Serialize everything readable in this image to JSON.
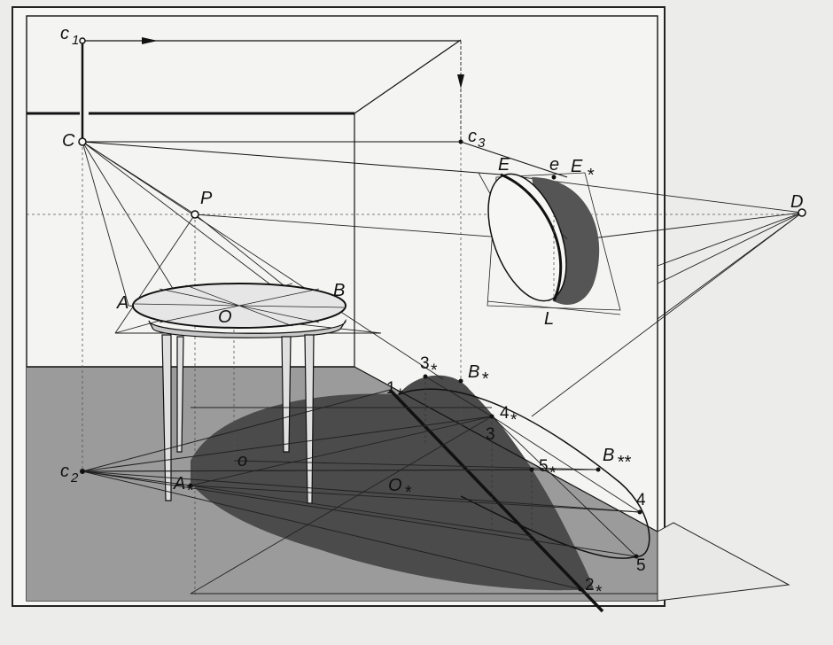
{
  "labels": {
    "c1": "c",
    "c1_sub": "1",
    "C": "C",
    "c3": "c",
    "c3_sub": "3",
    "P": "P",
    "D": "D",
    "E": "E",
    "e": "e",
    "E_star": "E",
    "L": "L",
    "A": "A",
    "B": "B",
    "O": "O",
    "c2": "c",
    "c2_sub": "2",
    "A_star": "A",
    "o": "o",
    "O_star": "O",
    "n1_star": "1",
    "n3_star": "3",
    "B_star": "B",
    "n4_star": "4",
    "n3": "3",
    "n5_star": "5",
    "B_dstar": "B",
    "n4": "4",
    "n5": "5",
    "n2_star": "2",
    "star": "*",
    "dstar": "**"
  },
  "colors": {
    "line": "#1a1a1a",
    "floor": "#9b9b9b",
    "shadow": "#4a4a4a",
    "wall": "#f4f4f2",
    "table_top": "#e6e6e6"
  }
}
